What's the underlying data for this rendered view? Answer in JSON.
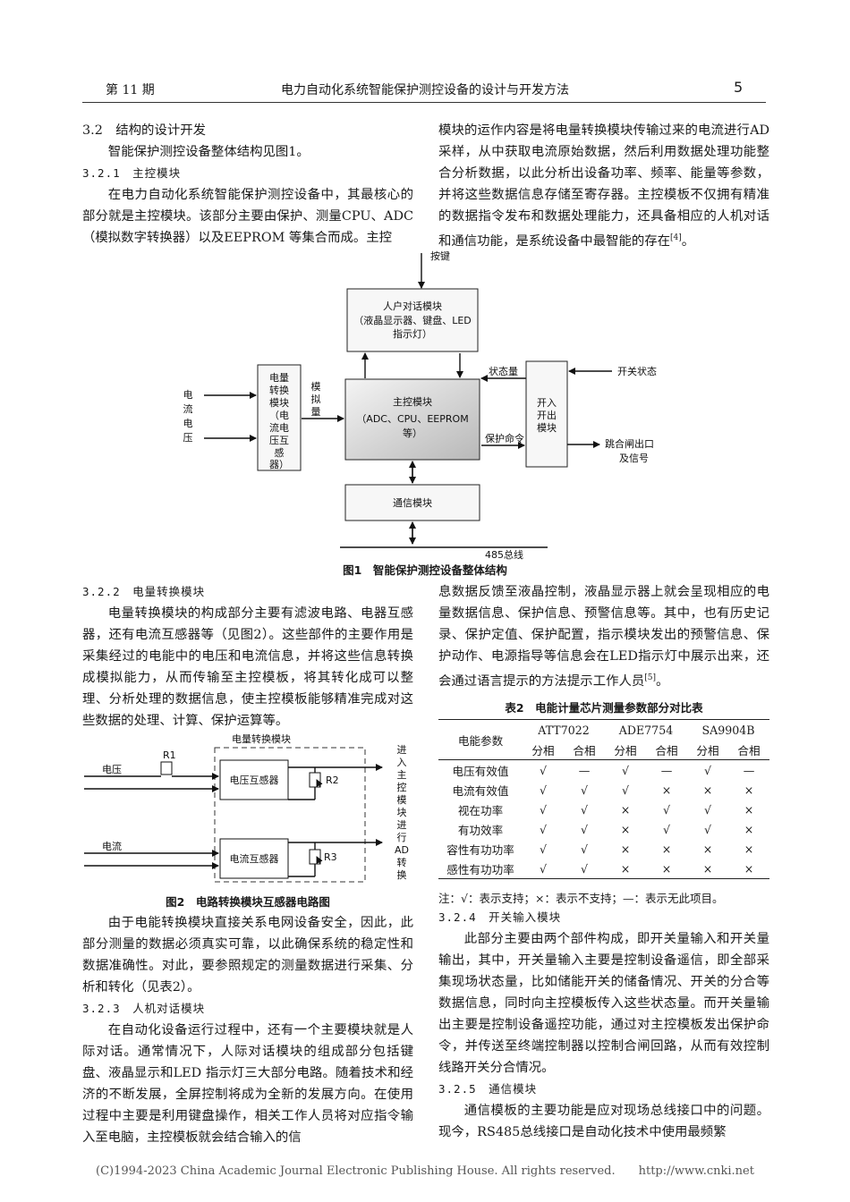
{
  "header": {
    "issue": "第 11 期",
    "title": "电力自动化系统智能保护测控设备的设计与开发方法",
    "page": "5"
  },
  "left_top": {
    "sec32": "3.2　结构的设计开发",
    "sec32_p": "智能保护测控设备整体结构见图1。",
    "sec321": "3.2.1　主控模块",
    "sec321_p": "在电力自动化系统智能保护测控设备中，其最核心的部分就是主控模块。该部分主要由保护、测量CPU、ADC（模拟数字转换器）以及EEPROM 等集合而成。主控"
  },
  "right_top": {
    "p1": "模块的运作内容是将电量转换模块传输过来的电流进行AD采样，从中获取电流原始数据，然后利用数据处理功能整合分析数据，以此分析出设备功率、频率、能量等参数，并将这些数据信息存储至寄存器。主控模板不仅拥有精准的数据指令发布和数据处理能力，还具备相应的人机对话和通信功能，是系统设备中最智能的存在",
    "ref": "[4]",
    "p1_end": "。"
  },
  "fig1": {
    "caption": "图1　智能保护测控设备整体结构",
    "keypad": "按键",
    "hmi": [
      "人户对话模块",
      "（液晶显示器、键盘、LED",
      "指示灯）"
    ],
    "status": "状态量",
    "switch_status": "开关状态",
    "input_left": [
      "电",
      "流",
      "电",
      "压"
    ],
    "conv": [
      "电量",
      "转换",
      "模块",
      "（电",
      "流电",
      "压互",
      "感",
      "器）"
    ],
    "analog": [
      "模",
      "拟",
      "量"
    ],
    "main": [
      "主控模块",
      "（ADC、CPU、EEPROM",
      "等）"
    ],
    "io": [
      "开入",
      "开出",
      "模块"
    ],
    "protect": "保护命令",
    "trip": [
      "跳合闸出口",
      "及信号"
    ],
    "comm": "通信模块",
    "bus": "485总线"
  },
  "left_mid": {
    "sec322": "3.2.2　电量转换模块",
    "p": "电量转换模块的构成部分主要有滤波电路、电器互感器，还有电流互感器等（见图2）。这些部件的主要作用是采集经过的电能中的电压和电流信息，并将这些信息转换成模拟能力，从而传输至主控模板，将其转化成可以整理、分析处理的数据信息，使主控模板能够精准完成对这些数据的处理、计算、保护运算等。"
  },
  "fig2": {
    "caption": "图2　电路转换模块互感器电路图",
    "title": "电量转换模块",
    "voltage": "电压",
    "current": "电流",
    "vt": "电压互感器",
    "ct": "电流互感器",
    "r1": "R1",
    "r2": "R2",
    "r3": "R3",
    "side": [
      "进",
      "入",
      "主",
      "控",
      "模",
      "块",
      "进",
      "行",
      "AD",
      "转",
      "换"
    ]
  },
  "left_bottom": {
    "p1": "由于电能转换模块直接关系电网设备安全，因此，此部分测量的数据必须真实可靠，以此确保系统的稳定性和数据准确性。对此，要参照规定的测量数据进行采集、分析和转化（见表2）。",
    "sec323": "3.2.3　人机对话模块",
    "p2": "在自动化设备运行过程中，还有一个主要模块就是人际对话。通常情况下，人际对话模块的组成部分包括键盘、液晶显示和LED 指示灯三大部分电路。随着技术和经济的不断发展，全屏控制将成为全新的发展方向。在使用过程中主要是利用键盘操作，相关工作人员将对应指令输入至电脑，主控模板就会结合输入的信"
  },
  "right_mid": {
    "p": "息数据反馈至液晶控制，液晶显示器上就会呈现相应的电量数据信息、保护信息、预警信息等。其中，也有历史记录、保护定值、保护配置，指示模块发出的预警信息、保护动作、电源指导等信息会在LED指示灯中展示出来，还会通过语言提示的方法提示工作人员",
    "ref": "[5]",
    "p_end": "。"
  },
  "table2": {
    "caption": "表2　电能计量芯片测量参数部分对比表",
    "param_header": "电能参数",
    "chips": [
      "ATT7022",
      "ADE7754",
      "SA9904B"
    ],
    "sub": [
      "分相",
      "合相",
      "分相",
      "合相",
      "分相",
      "合相"
    ],
    "rows": [
      {
        "name": "电压有效值",
        "cells": [
          "√",
          "—",
          "√",
          "—",
          "√",
          "—"
        ]
      },
      {
        "name": "电流有效值",
        "cells": [
          "√",
          "√",
          "√",
          "×",
          "×",
          "×"
        ]
      },
      {
        "name": "视在功率",
        "cells": [
          "√",
          "√",
          "×",
          "√",
          "√",
          "×"
        ]
      },
      {
        "name": "有功效率",
        "cells": [
          "√",
          "√",
          "×",
          "√",
          "√",
          "×"
        ]
      },
      {
        "name": "容性有功功率",
        "cells": [
          "√",
          "√",
          "×",
          "×",
          "×",
          "×"
        ]
      },
      {
        "name": "感性有功功率",
        "cells": [
          "√",
          "√",
          "×",
          "×",
          "×",
          "×"
        ]
      }
    ],
    "note": "注：√：表示支持；×：表示不支持；—：表示无此项目。"
  },
  "right_bottom": {
    "sec324": "3.2.4　开关输入模块",
    "p1": "此部分主要由两个部件构成，即开关量输入和开关量输出，其中，开关量输入主要是控制设备遥信，即全部采集现场状态量，比如储能开关的储备情况、开关的分合等数据信息，同时向主控模板传入这些状态量。而开关量输出主要是控制设备遥控功能，通过对主控模板发出保护命令，并传送至终端控制器以控制合闸回路，从而有效控制线路开关分合情况。",
    "sec325": "3.2.5　通信模块",
    "p2": "通信模板的主要功能是应对现场总线接口中的问题。现今，RS485总线接口是自动化技术中使用最频繁"
  },
  "footer": "(C)1994-2023 China Academic Journal Electronic Publishing House. All rights reserved.　　http://www.cnki.net"
}
